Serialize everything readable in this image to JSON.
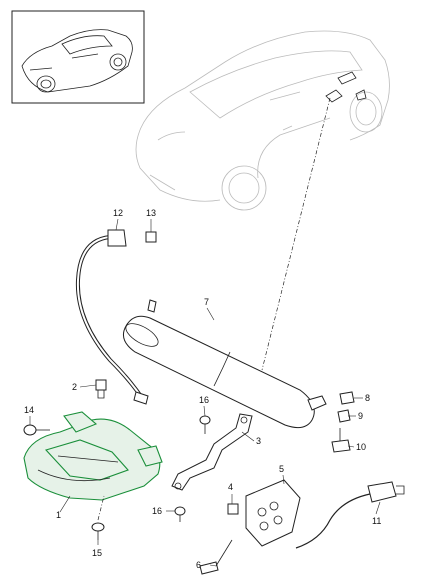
{
  "callouts": [
    {
      "id": "c1",
      "label": "1"
    },
    {
      "id": "c2",
      "label": "2"
    },
    {
      "id": "c3",
      "label": "3"
    },
    {
      "id": "c4",
      "label": "4"
    },
    {
      "id": "c5",
      "label": "5"
    },
    {
      "id": "c6",
      "label": "6"
    },
    {
      "id": "c7",
      "label": "7"
    },
    {
      "id": "c8",
      "label": "8"
    },
    {
      "id": "c9",
      "label": "9"
    },
    {
      "id": "c10",
      "label": "10"
    },
    {
      "id": "c11",
      "label": "11"
    },
    {
      "id": "c12",
      "label": "12"
    },
    {
      "id": "c13",
      "label": "13"
    },
    {
      "id": "c14",
      "label": "14"
    },
    {
      "id": "c15",
      "label": "15"
    },
    {
      "id": "c16a",
      "label": "16"
    },
    {
      "id": "c16b",
      "label": "16"
    }
  ],
  "colors": {
    "line": "#222222",
    "highlight": "#1a8f3a",
    "highlight_fill": "#e6f2e8",
    "ghost": "#bbbbbb"
  }
}
